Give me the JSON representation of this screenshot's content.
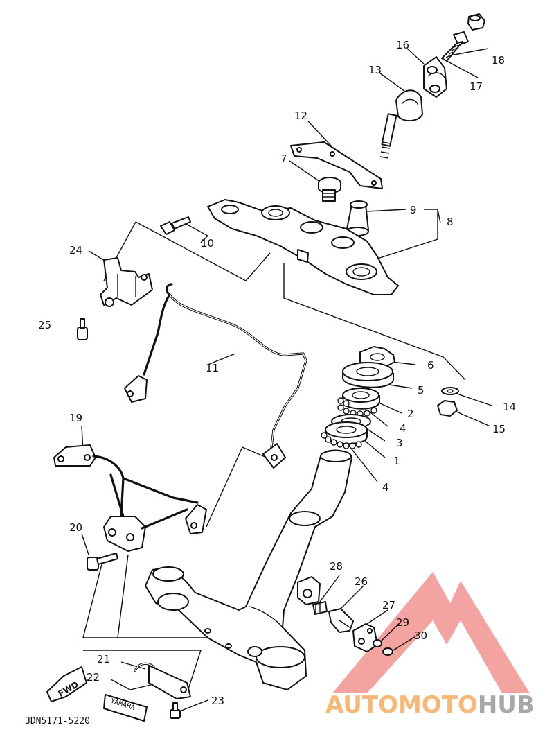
{
  "diagram": {
    "code": "3DN5171-5220",
    "fwd_tag": "FWD",
    "brand_plate": "YAMAHA",
    "watermark": {
      "text_a": "AUTOMOTO",
      "text_b": "HUB",
      "color_a": "#f5a04a",
      "color_b": "#e05550",
      "color_c": "#8a8a8a"
    },
    "callouts": [
      "1",
      "2",
      "3",
      "4",
      "4",
      "5",
      "6",
      "7",
      "8",
      "9",
      "10",
      "11",
      "12",
      "13",
      "14",
      "15",
      "16",
      "17",
      "18",
      "19",
      "20",
      "21",
      "22",
      "23",
      "24",
      "25",
      "26",
      "27",
      "28",
      "29",
      "30"
    ]
  }
}
